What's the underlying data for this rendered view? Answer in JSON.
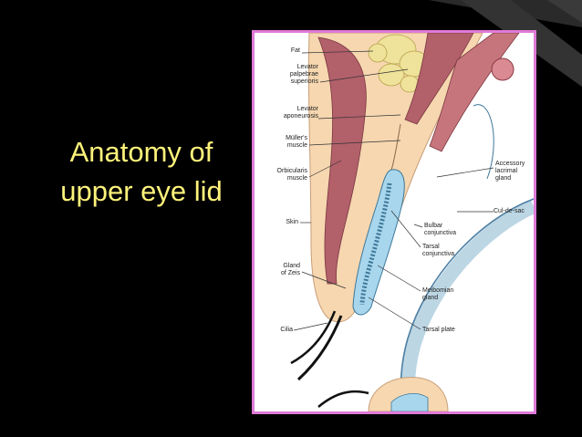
{
  "title": {
    "line1": "Anatomy of",
    "line2": "upper eye lid"
  },
  "colors": {
    "background": "#000000",
    "title": "#fdf27a",
    "frame_border": "#e07ad8",
    "muscle": "#b2606a",
    "skin": "#f6d7b0",
    "fat": "#efe29a",
    "gland": "#a8d6ec"
  },
  "labels": {
    "fat": "Fat",
    "levator_palpebrae_superioris": "Levator\npalpebrae\nsuperioris",
    "levator_aponeurosis": "Levator\naponeurosis",
    "mullers_muscle": "Müller's\nmuscle",
    "orbicularis_muscle": "Orbicularis\nmuscle",
    "skin": "Skin",
    "gland_of_zeis": "Gland\nof Zeis",
    "cilia": "Cilia",
    "accessory_lacrimal_gland": "Accessory\nlacrimal\ngland",
    "cul_de_sac": "Cul-de-sac",
    "bulbar_conjunctiva": "Bulbar\nconjunctiva",
    "tarsal_conjunctiva": "Tarsal\nconjunctiva",
    "meibomian_gland": "Meibomian\ngland",
    "tarsal_plate": "Tarsal plate"
  }
}
